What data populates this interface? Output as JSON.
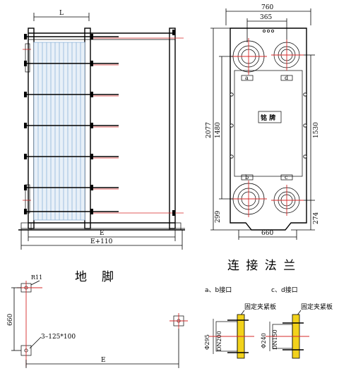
{
  "side_view": {
    "label_L": "L",
    "label_E": "E",
    "label_E110": "E+110"
  },
  "front_view": {
    "dim_760": "760",
    "dim_365": "365",
    "dim_2077": "2077",
    "dim_1480": "1480",
    "dim_1530": "1530",
    "dim_299": "299",
    "dim_274": "274",
    "dim_660": "660",
    "port_a": "a",
    "port_b": "b",
    "port_c": "c",
    "port_d": "d",
    "nameplate": "铭 牌"
  },
  "foundation": {
    "title": "地　脚",
    "label_r11": "R11",
    "label_660": "660",
    "label_holes": "3–125*100",
    "label_E": "E"
  },
  "flange": {
    "title": "连 接 法 兰",
    "ab_label": "a、b接口",
    "cd_label": "c、d接口",
    "fix_plate_1": "固定夹紧板",
    "fix_plate_2": "固定夹紧板",
    "dia_295": "Φ295",
    "dn_200": "DN200",
    "dia_240": "Φ240",
    "dn_150": "DN150"
  },
  "colors": {
    "plate_blue": "#8fb3d8",
    "bolt_red": "#d62828",
    "flange_yellow": "#f2d21b"
  }
}
